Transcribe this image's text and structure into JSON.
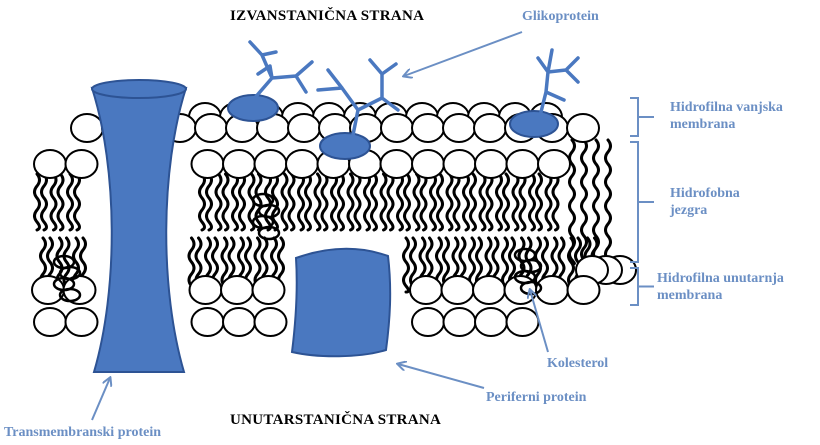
{
  "colors": {
    "protein": "#4a78c0",
    "protein_edge": "#2d5394",
    "label": "#6b8fc4",
    "line": "#000000"
  },
  "labels": {
    "extracellular": "IZVANSTANIČNA STRANA",
    "intracellular": "UNUTARSTANIČNA STRANA",
    "glycoprotein": "Glikoprotein",
    "outer_hydrophilic_1": "Hidrofilna vanjska",
    "outer_hydrophilic_2": "membrana",
    "hydrophobic_1": "Hidrofobna",
    "hydrophobic_2": "jezgra",
    "inner_hydrophilic_1": "Hidrofilna unutarnja",
    "inner_hydrophilic_2": "membrana",
    "cholesterol": "Kolesterol",
    "peripheral": "Periferni protein",
    "transmembrane": "Transmembranski protein"
  }
}
